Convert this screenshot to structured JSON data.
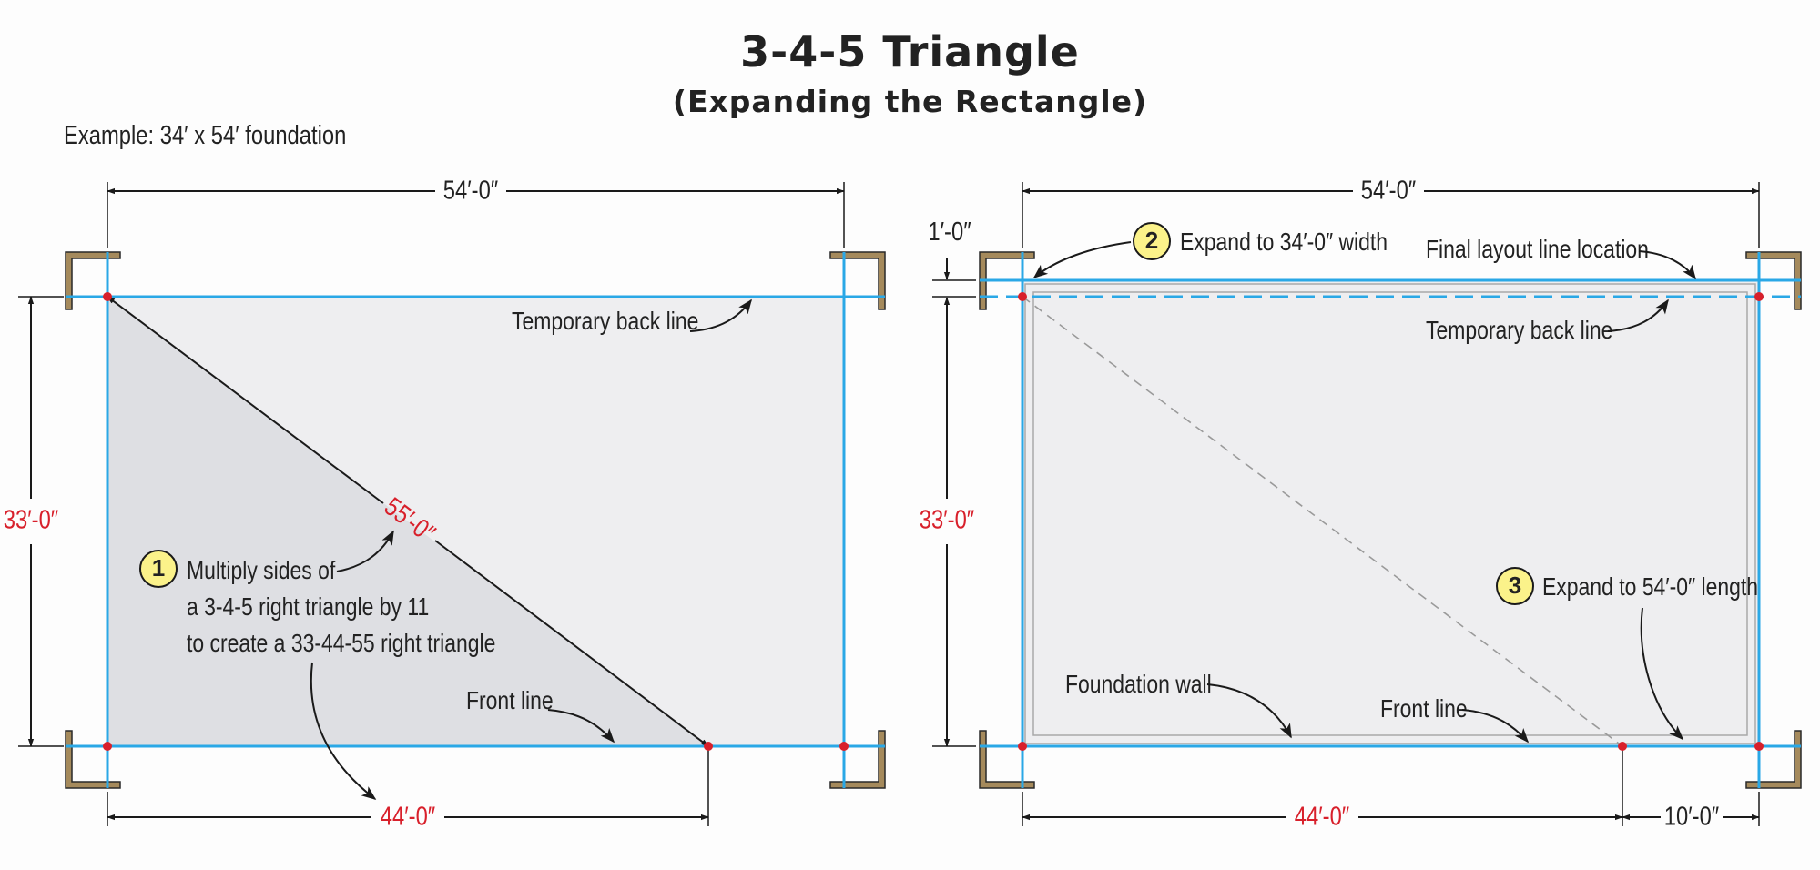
{
  "title": "3-4-5 Triangle",
  "subtitle": "(Expanding the Rectangle)",
  "example": "Example: 34′ x 54′ foundation",
  "colors": {
    "layout_line": "#2aa8e6",
    "dimension_red": "#d8202b",
    "callout_fill": "#fbf28a",
    "batter_board": "#a58a5c",
    "shading": "#e3e4e7"
  },
  "left_panel": {
    "top_dim": "54′-0″",
    "side_dim": "33′-0″",
    "diag_dim": "55′-0″",
    "bottom_dim": "44′-0″",
    "back_line_label": "Temporary back line",
    "front_line_label": "Front line",
    "callout_number": "1",
    "callout_lines": [
      "Multiply sides of",
      "a 3-4-5 right triangle by 11",
      "to create a 33-44-55 right triangle"
    ]
  },
  "right_panel": {
    "top_dim": "54′-0″",
    "offset_dim": "1′-0″",
    "side_dim": "33′-0″",
    "bottom_dim": "44′-0″",
    "extra_dim": "10′-0″",
    "callout2_number": "2",
    "callout2_text": "Expand to 34′-0″ width",
    "final_line_label": "Final layout line location",
    "back_line_label": "Temporary back line",
    "callout3_number": "3",
    "callout3_text": "Expand to 54′-0″ length",
    "foundation_label": "Foundation wall",
    "front_line_label": "Front line"
  }
}
